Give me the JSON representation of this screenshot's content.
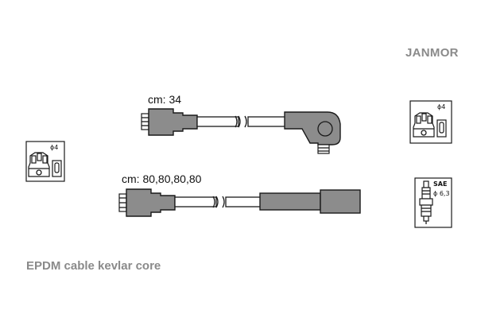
{
  "brand": "JANMOR",
  "caption": "EPDM cable kevlar core",
  "cables": [
    {
      "length_label": "cm: 34",
      "end": "angled-boot"
    },
    {
      "length_label": "cm: 80,80,80,80",
      "end": "straight-boot"
    }
  ],
  "icons": {
    "left_distributor": {
      "diameter": "ϕ4"
    },
    "right_distributor": {
      "diameter": "ϕ4"
    },
    "spark_plug": {
      "standard": "SAE",
      "diameter": "ϕ 6,3"
    }
  }
}
